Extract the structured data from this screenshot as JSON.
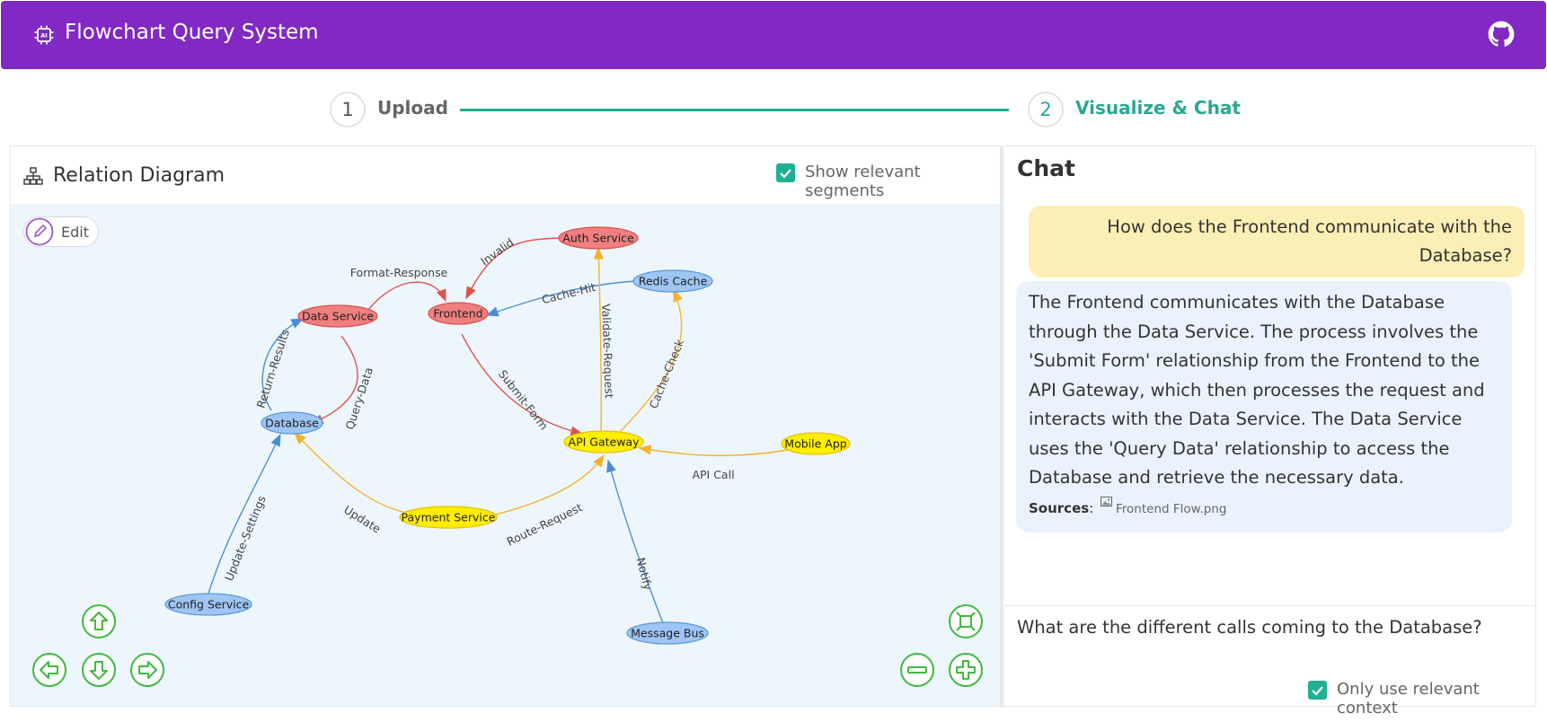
{
  "header": {
    "title": "Flowchart Query System",
    "logo_icon": "chip-icon",
    "repo_icon": "github-icon"
  },
  "stepper": {
    "steps": [
      {
        "number": "1",
        "label": "Upload",
        "state": "done"
      },
      {
        "number": "2",
        "label": "Visualize & Chat",
        "state": "active"
      }
    ]
  },
  "diagram": {
    "title": "Relation Diagram",
    "show_segments_label": "Show relevant segments",
    "show_segments_checked": true,
    "edit_label": "Edit",
    "nodes": [
      {
        "id": "auth",
        "label": "Auth Service",
        "color": "red"
      },
      {
        "id": "redis",
        "label": "Redis Cache",
        "color": "blue"
      },
      {
        "id": "data",
        "label": "Data Service",
        "color": "red"
      },
      {
        "id": "frontend",
        "label": "Frontend",
        "color": "red"
      },
      {
        "id": "database",
        "label": "Database",
        "color": "blue"
      },
      {
        "id": "gateway",
        "label": "API Gateway",
        "color": "yellow"
      },
      {
        "id": "mobile",
        "label": "Mobile App",
        "color": "yellow"
      },
      {
        "id": "payment",
        "label": "Payment Service",
        "color": "yellow"
      },
      {
        "id": "config",
        "label": "Config Service",
        "color": "blue"
      },
      {
        "id": "bus",
        "label": "Message Bus",
        "color": "blue"
      }
    ],
    "edges": [
      {
        "label": "Invalid",
        "from": "auth",
        "to": "frontend"
      },
      {
        "label": "Format-Response",
        "from": "data",
        "to": "frontend"
      },
      {
        "label": "Cache-Hit",
        "from": "redis",
        "to": "frontend"
      },
      {
        "label": "Return-Results",
        "from": "database",
        "to": "data"
      },
      {
        "label": "Query-Data",
        "from": "data",
        "to": "database"
      },
      {
        "label": "Validate-Request",
        "from": "gateway",
        "to": "auth"
      },
      {
        "label": "Cache-Check",
        "from": "gateway",
        "to": "redis"
      },
      {
        "label": "Submit-Form",
        "from": "frontend",
        "to": "gateway"
      },
      {
        "label": "API Call",
        "from": "mobile",
        "to": "gateway"
      },
      {
        "label": "Update",
        "from": "payment",
        "to": "database"
      },
      {
        "label": "Route-Request",
        "from": "payment",
        "to": "gateway"
      },
      {
        "label": "Update-Settings",
        "from": "config",
        "to": "database"
      },
      {
        "label": "Notify",
        "from": "bus",
        "to": "gateway"
      }
    ],
    "colors": {
      "red_fill": "#f07f7f",
      "red_stroke": "#d9534f",
      "blue_fill": "#9ec5f5",
      "blue_stroke": "#5b9bd5",
      "yellow_fill": "#ffee00",
      "yellow_stroke": "#e6c200",
      "edge_red": "#e0524d",
      "edge_blue": "#4a8fd6",
      "edge_orange": "#f2b22c"
    }
  },
  "chat": {
    "title": "Chat",
    "user_message": "How does the Frontend communicate with the Database?",
    "bot_message": "The Frontend communicates with the Database through the Data Service. The process involves the 'Submit Form' relationship from the Frontend to the API Gateway, which then processes the request and interacts with the Data Service. The Data Service uses the 'Query Data' relationship to access the Database and retrieve the necessary data.",
    "sources_label": "Sources",
    "source_file": "Frontend Flow.png",
    "input_value": "What are the different calls coming to the Database?",
    "relevant_context_label": "Only use relevant context",
    "relevant_context_checked": true
  },
  "theme": {
    "header_bg": "#8229c4",
    "accent": "#20b093",
    "nav_button": "#3fb93f"
  }
}
